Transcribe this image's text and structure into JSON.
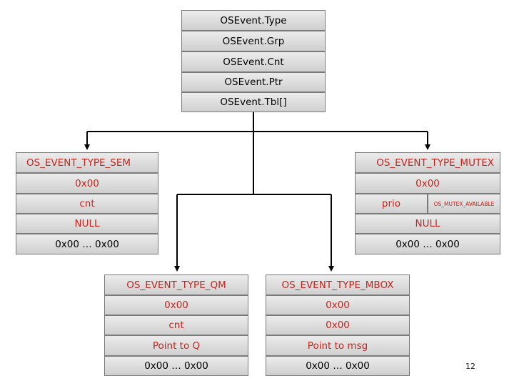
{
  "event_control_block": {
    "fields": [
      "OSEvent.Type",
      "OSEvent.Grp",
      "OSEvent.Cnt",
      "OSEvent.Ptr",
      "OSEvent.Tbl[]"
    ]
  },
  "sem_block": {
    "title": "OS_EVENT_TYPE_SEM",
    "rows": [
      "0x00",
      "cnt",
      "NULL",
      "0x00 … 0x00"
    ]
  },
  "mutex_block": {
    "title": "OS_EVENT_TYPE_MUTEX",
    "row1": "0x00",
    "prio": "prio",
    "mutex_available": "OS_MUTEX_AVAILABLE",
    "row3": "NULL",
    "row4": "0x00 … 0x00"
  },
  "qm_block": {
    "title": "OS_EVENT_TYPE_QM",
    "rows": [
      "0x00",
      "cnt",
      "Point to Q",
      "0x00 … 0x00"
    ]
  },
  "mbox_block": {
    "title": "OS_EVENT_TYPE_MBOX",
    "rows": [
      "0x00",
      "0x00",
      "Point to msg",
      "0x00 … 0x00"
    ]
  },
  "page_number": "12",
  "colors": {
    "red_text": "#c0261e",
    "border": "#7a7a7a",
    "fill_top": "#ececec",
    "fill_bottom": "#cfcfcf"
  }
}
